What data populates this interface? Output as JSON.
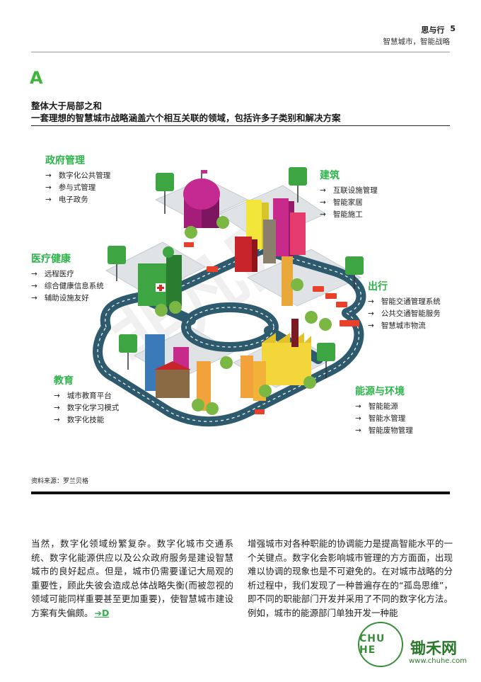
{
  "header": {
    "title": "思与行",
    "page": "5",
    "subtitle": "智慧城市，智能战略"
  },
  "section": {
    "letter": "A",
    "heading1": "整体大于局部之和",
    "heading2": "一套理想的智慧城市战略涵盖六个相互关联的领域，包括许多子类别和解决方案"
  },
  "categories": {
    "gov": {
      "title": "政府管理",
      "items": [
        "数字化公共管理",
        "参与式管理",
        "电子政务"
      ]
    },
    "health": {
      "title": "医疗健康",
      "items": [
        "远程医疗",
        "综合健康信息系统",
        "辅助设施友好"
      ]
    },
    "edu": {
      "title": "教育",
      "items": [
        "城市教育平台",
        "数字化学习模式",
        "数字化技能"
      ]
    },
    "build": {
      "title": "建筑",
      "items": [
        "互联设施管理",
        "智能家居",
        "智能施工"
      ]
    },
    "mobility": {
      "title": "出行",
      "items": [
        "智能交通管理系统",
        "公共交通智能服务",
        "智慧城市物流"
      ]
    },
    "energy": {
      "title": "能源与环境",
      "items": [
        "智能能源",
        "智能水管理",
        "智能废物管理"
      ]
    }
  },
  "arrow": "→",
  "source": "资料来源：罗兰贝格",
  "body": {
    "col1": "当然，数字化领域纷繁复杂。数字化城市交通系统、数字化能源供应以及公众政府服务是建设智慧城市的良好起点。但是，城市仍需要谨记大局观的重要性，顾此失彼会造成总体战略失衡(而被忽视的领域可能同样重要甚至更加重要)，使智慧城市建设方案有失偏颇。",
    "col1_ref": "➔D",
    "col2": "增强城市对各种职能的协调能力是提高智能水平的一个关键点。数字化会影响城市管理的方方面面，出现难以协调的现象也是不可避免的。在对城市战略的分析过程中，我们发现了一种普遍存在的“孤岛思维”，即不同的职能部门开发并采用了不同的数字化方法。例如，城市的能源部门单独开发一种能"
  },
  "watermark": "非凡网",
  "logo": {
    "badge": "CHU HE",
    "name": "锄禾网",
    "url": "www.chuhe.com"
  },
  "colors": {
    "accent": "#2db44a",
    "road": "#2e5a6e",
    "ground": "#dfe3e6"
  }
}
